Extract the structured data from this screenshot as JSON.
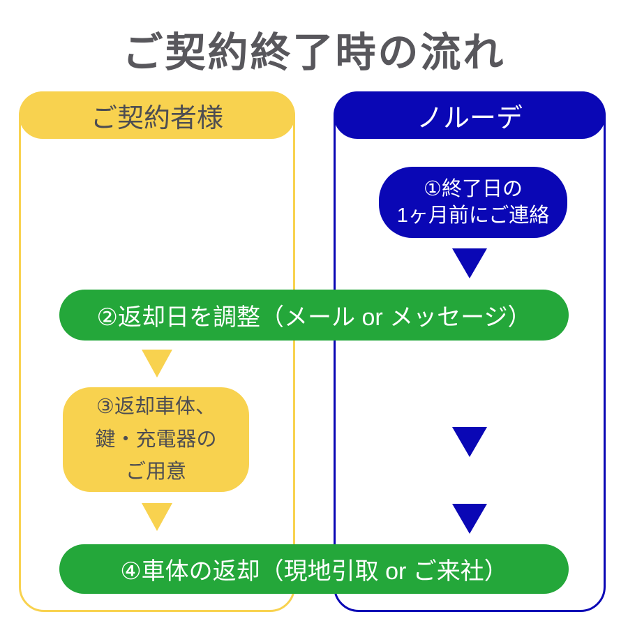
{
  "title": "ご契約終了時の流れ",
  "columns": {
    "left": {
      "header": "ご契約者様"
    },
    "right": {
      "header": "ノルーデ"
    }
  },
  "flow": {
    "step1": {
      "line1": "①終了日の",
      "line2": "1ヶ月前にご連絡"
    },
    "step2": {
      "text": "②返却日を調整（メール or メッセージ）"
    },
    "step3": {
      "line1": "③返却車体、",
      "line2": "鍵・充電器の",
      "line3": "ご用意"
    },
    "step4": {
      "text": "④車体の返却（現地引取 or ご来社）"
    }
  },
  "colors": {
    "yellow": "#F8D24F",
    "blue": "#0A07B5",
    "green": "#24A73A",
    "title_gray": "#58575C",
    "dark_text": "#4D4D52",
    "white": "#FFFFFF"
  }
}
